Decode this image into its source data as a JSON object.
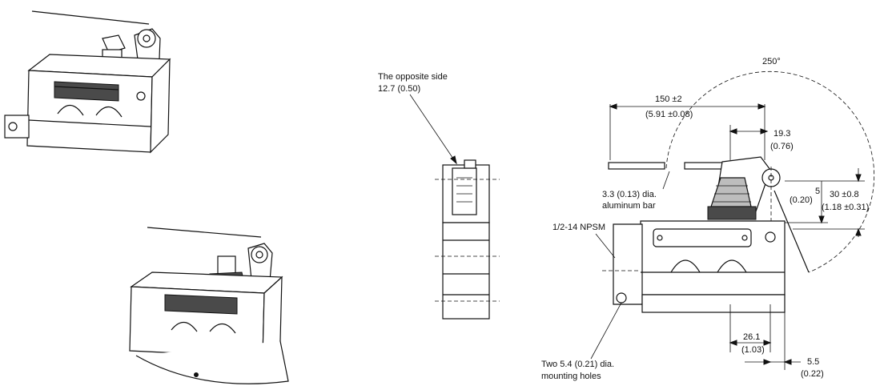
{
  "diagram": {
    "side_view": {
      "callout_line1": "The opposite side",
      "callout_line2": "12.7 (0.50)"
    },
    "dimension_view": {
      "angle": "250°",
      "lever_length": "150 ±2",
      "lever_length_in": "(5.91 ±0.08)",
      "roller_offset": "19.3",
      "roller_offset_in": "(0.76)",
      "bar_dia": "3.3 (0.13) dia.",
      "bar_material": "aluminum bar",
      "travel": "5",
      "travel_in": "(0.20)",
      "height": "30 ±0.8",
      "height_in": "(1.18 ±0.31)",
      "conduit": "1/2-14 NPSM",
      "mount_offset": "26.1",
      "mount_offset_in": "(1.03)",
      "edge_offset": "5.5",
      "edge_offset_in": "(0.22)",
      "holes_line1": "Two 5.4 (0.21) dia.",
      "holes_line2": "mounting holes"
    }
  }
}
